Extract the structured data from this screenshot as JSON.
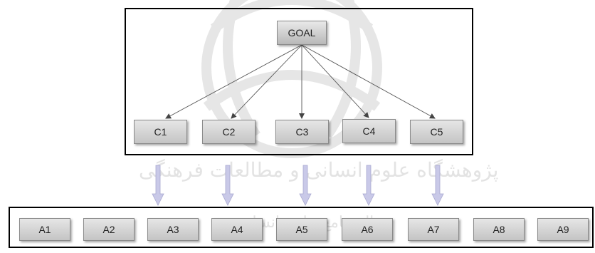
{
  "diagram": {
    "goal": "GOAL",
    "criteria": [
      "C1",
      "C2",
      "C3",
      "C4",
      "C5"
    ],
    "alternatives": [
      "A1",
      "A2",
      "A3",
      "A4",
      "A5",
      "A6",
      "A7",
      "A8",
      "A9"
    ]
  },
  "watermark": {
    "line1": "پژوهشگاه علوم انسانی و مطالعات فرهنگی",
    "line2": "پرتال جامع علوم انسانی"
  },
  "colors": {
    "node_fill_top": "#e6e6e6",
    "node_fill_bottom": "#c4c4c4",
    "arrow_fill": "#c9c9e8",
    "frame": "#000000"
  }
}
